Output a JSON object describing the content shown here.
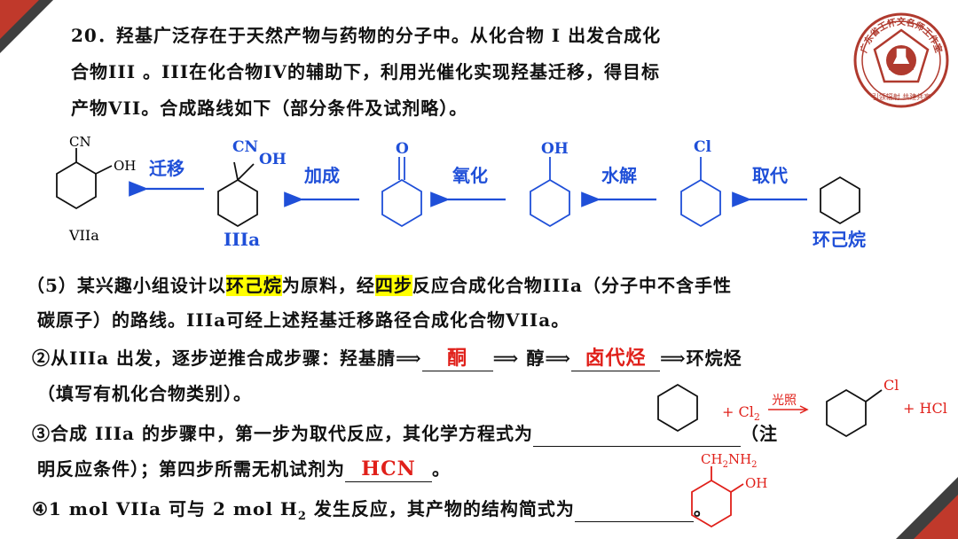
{
  "question": {
    "number": "20",
    "line1": "．羟基广泛存在于天然产物与药物的分子中。从化合物 I 出发合成化",
    "line2": "合物III 。III在化合物IV的辅助下，利用光催化实现羟基迁移，得目标",
    "line3": "产物VII。合成路线如下（部分条件及试剂略）。"
  },
  "scheme": {
    "cn_top": "CN",
    "oh_top": "OH",
    "label_viia": "VIIa",
    "arrow_migration": "迁移",
    "cn_iiia": "CN",
    "oh_iiia": "OH",
    "label_iiia": "IIIa",
    "arrow_addition": "加成",
    "o_ketone": "O",
    "arrow_oxidation": "氧化",
    "oh_alcohol": "OH",
    "arrow_hydrolysis": "水解",
    "cl_chloride": "Cl",
    "arrow_substitution": "取代",
    "label_cyclohexane": "环己烷"
  },
  "part5": {
    "p1_a": "（5）某兴趣小组设计以",
    "p1_hl1": "环己烷",
    "p1_b": "为原料，经",
    "p1_hl2": "四步",
    "p1_c": "反应合成化合物IIIa（分子中不含手性",
    "p2": "碳原子）的路线。IIIa可经上述羟基迁移路径合成化合物VIIa。",
    "q2_a": "②从IIIa 出发，逐步逆推合成步骤：羟基腈",
    "q2_arrow": "⟹",
    "q2_ans1": "酮",
    "q2_b": "醇",
    "q2_ans2": "卤代烃",
    "q2_c": "环烷烃",
    "q2_hint": "（填写有机化合物类别）。",
    "q3_a": "③合成 IIIa 的步骤中，第一步为取代反应，其化学方程式为",
    "q3_end": "（注",
    "q3_line2": "明反应条件）；第四步所需无机试剂为",
    "q3_ans": "HCN",
    "q3_period": "。",
    "eq_plus_cl2": "+ Cl",
    "eq_sub2": "2",
    "eq_condition": "光照",
    "eq_cl": "Cl",
    "eq_hcl": "+ HCl",
    "q4_a": "④1 mol VIIa 可与 2 mol H",
    "q4_sub": "2",
    "q4_b": " 发生反应，其产物的结构简式为",
    "q4_period": "。",
    "prod_ch2nh2": "CH",
    "prod_sub2": "2",
    "prod_nh2": "NH",
    "prod_sub2b": "2",
    "prod_oh": "OH"
  },
  "logo": {
    "top_text": "广东省王怀文名师工作室",
    "bottom_text": "引领辐射 共建共享"
  }
}
